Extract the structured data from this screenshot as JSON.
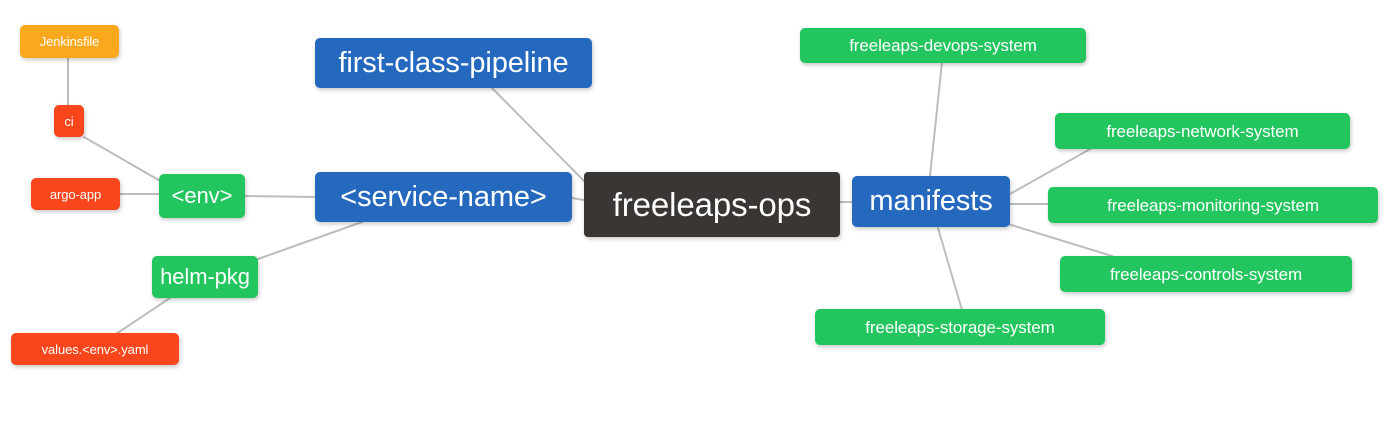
{
  "diagram": {
    "type": "mindmap",
    "title": "freeleaps-ops",
    "background_color": "#ffffff",
    "edge_color": "#bdbdbd",
    "palette": {
      "root": "#3a3633",
      "blue": "#2569bf",
      "green": "#22c55e",
      "orange": "#fba81d",
      "red": "#f9461c"
    }
  },
  "nodes": {
    "root": {
      "label": "freeleaps-ops",
      "color": "#3a3633"
    },
    "service_name": {
      "label": "<service-name>",
      "color": "#2569bf"
    },
    "first_class_pipeline": {
      "label": "first-class-pipeline",
      "color": "#2569bf"
    },
    "manifests": {
      "label": "manifests",
      "color": "#2569bf"
    },
    "env": {
      "label": "<env>",
      "color": "#22c55e"
    },
    "helm_pkg": {
      "label": "helm-pkg",
      "color": "#22c55e"
    },
    "jenkinsfile": {
      "label": "Jenkinsfile",
      "color": "#fba81d"
    },
    "ci": {
      "label": "ci",
      "color": "#f9461c"
    },
    "argo_app": {
      "label": "argo-app",
      "color": "#f9461c"
    },
    "values_yaml": {
      "label": "values.<env>.yaml",
      "color": "#f9461c"
    },
    "devops_system": {
      "label": "freeleaps-devops-system",
      "color": "#22c55e"
    },
    "network_system": {
      "label": "freeleaps-network-system",
      "color": "#22c55e"
    },
    "monitoring_system": {
      "label": "freeleaps-monitoring-system",
      "color": "#22c55e"
    },
    "controls_system": {
      "label": "freeleaps-controls-system",
      "color": "#22c55e"
    },
    "storage_system": {
      "label": "freeleaps-storage-system",
      "color": "#22c55e"
    }
  },
  "edges": [
    {
      "from": "root",
      "to": "service_name"
    },
    {
      "from": "root",
      "to": "first_class_pipeline"
    },
    {
      "from": "root",
      "to": "manifests"
    },
    {
      "from": "service_name",
      "to": "env"
    },
    {
      "from": "service_name",
      "to": "helm_pkg"
    },
    {
      "from": "env",
      "to": "ci"
    },
    {
      "from": "env",
      "to": "argo_app"
    },
    {
      "from": "ci",
      "to": "jenkinsfile"
    },
    {
      "from": "helm_pkg",
      "to": "values_yaml"
    },
    {
      "from": "manifests",
      "to": "devops_system"
    },
    {
      "from": "manifests",
      "to": "network_system"
    },
    {
      "from": "manifests",
      "to": "monitoring_system"
    },
    {
      "from": "manifests",
      "to": "controls_system"
    },
    {
      "from": "manifests",
      "to": "storage_system"
    }
  ]
}
